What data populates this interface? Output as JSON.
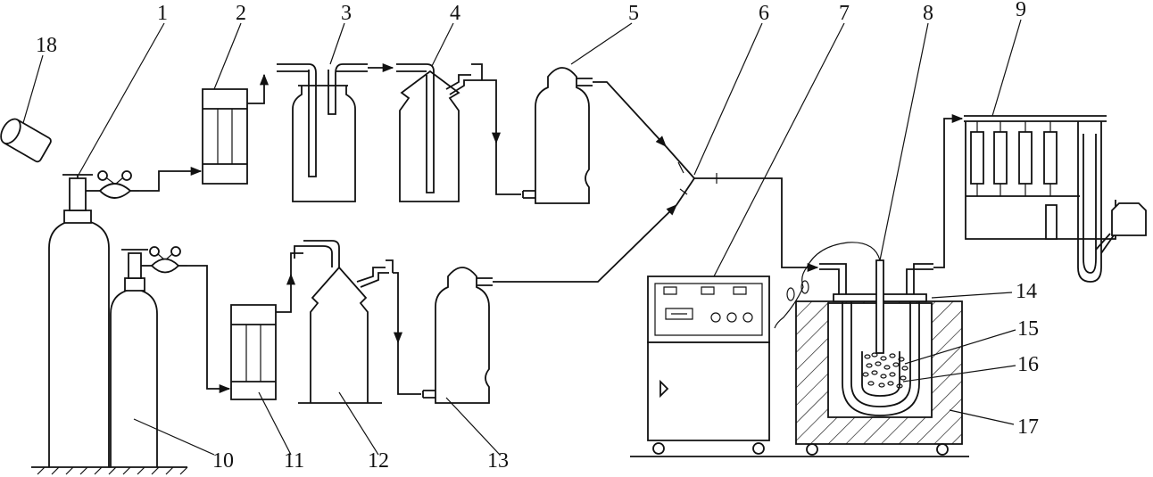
{
  "diagram": {
    "callouts": [
      "1",
      "2",
      "3",
      "4",
      "5",
      "6",
      "7",
      "8",
      "9",
      "10",
      "11",
      "12",
      "13",
      "14",
      "15",
      "16",
      "17",
      "18"
    ]
  },
  "colors": {
    "line": "#111111",
    "background": "#ffffff",
    "hatch": "#111111"
  }
}
